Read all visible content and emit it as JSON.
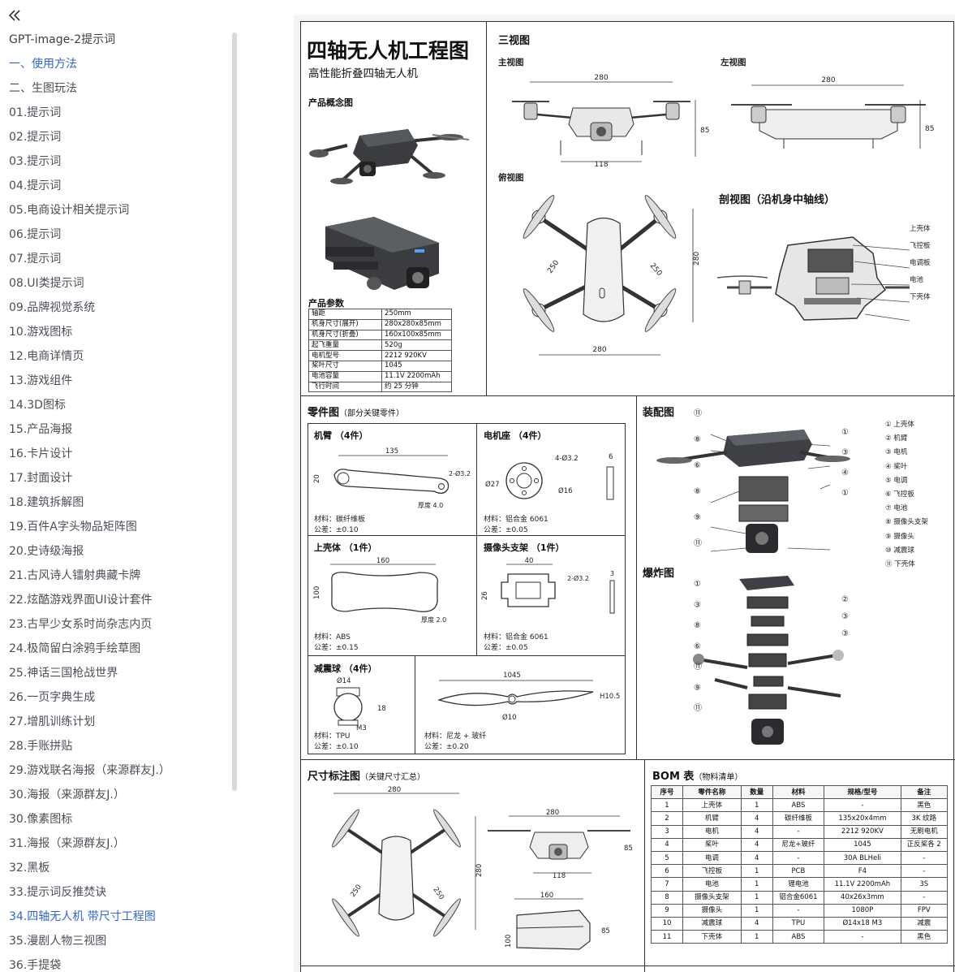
{
  "sidebar": {
    "collapse_icon": "double-chevron-left-icon",
    "items": [
      {
        "label": "GPT-image-2提示词",
        "state": "title"
      },
      {
        "label": "一、使用方法",
        "state": "active"
      },
      {
        "label": "二、生图玩法",
        "state": ""
      },
      {
        "label": "01.提示词",
        "state": ""
      },
      {
        "label": "02.提示词",
        "state": ""
      },
      {
        "label": "03.提示词",
        "state": ""
      },
      {
        "label": "04.提示词",
        "state": ""
      },
      {
        "label": "05.电商设计相关提示词",
        "state": ""
      },
      {
        "label": "06.提示词",
        "state": ""
      },
      {
        "label": "07.提示词",
        "state": ""
      },
      {
        "label": "08.UI类提示词",
        "state": ""
      },
      {
        "label": "09.品牌视觉系统",
        "state": ""
      },
      {
        "label": "10.游戏图标",
        "state": ""
      },
      {
        "label": "12.电商详情页",
        "state": ""
      },
      {
        "label": "13.游戏组件",
        "state": ""
      },
      {
        "label": "14.3D图标",
        "state": ""
      },
      {
        "label": "15.产品海报",
        "state": ""
      },
      {
        "label": "16.卡片设计",
        "state": ""
      },
      {
        "label": "17.封面设计",
        "state": ""
      },
      {
        "label": "18.建筑拆解图",
        "state": ""
      },
      {
        "label": "19.百件A字头物品矩阵图",
        "state": ""
      },
      {
        "label": "20.史诗级海报",
        "state": ""
      },
      {
        "label": "21.古风诗人镭射典藏卡牌",
        "state": ""
      },
      {
        "label": "22.炫酷游戏界面UI设计套件",
        "state": ""
      },
      {
        "label": "23.古早少女系时尚杂志内页",
        "state": ""
      },
      {
        "label": "24.极简留白涂鸦手绘草图",
        "state": ""
      },
      {
        "label": "25.神话三国枪战世界",
        "state": ""
      },
      {
        "label": "26.一页字典生成",
        "state": ""
      },
      {
        "label": "27.增肌训练计划",
        "state": ""
      },
      {
        "label": "28.手账拼贴",
        "state": ""
      },
      {
        "label": "29.游戏联名海报（来源群友J.）",
        "state": ""
      },
      {
        "label": "30.海报（来源群友J.）",
        "state": ""
      },
      {
        "label": "30.像素图标",
        "state": ""
      },
      {
        "label": "31.海报（来源群友J.）",
        "state": ""
      },
      {
        "label": "32.黑板",
        "state": ""
      },
      {
        "label": "33.提示词反推焚诀",
        "state": ""
      },
      {
        "label": "34.四轴无人机 带尺寸工程图",
        "state": "active"
      },
      {
        "label": "35.漫剧人物三视图",
        "state": ""
      },
      {
        "label": "36.手提袋",
        "state": ""
      }
    ]
  },
  "sheet": {
    "title": "四轴无人机工程图",
    "subtitle": "高性能折叠四轴无人机",
    "concept_label": "产品概念图",
    "params_label": "产品参数",
    "params": [
      [
        "轴距",
        "250mm"
      ],
      [
        "机身尺寸(展开)",
        "280x280x85mm"
      ],
      [
        "机身尺寸(折叠)",
        "160x100x85mm"
      ],
      [
        "起飞重量",
        "520g"
      ],
      [
        "电机型号",
        "2212 920KV"
      ],
      [
        "桨叶尺寸",
        "1045"
      ],
      [
        "电池容量",
        "11.1V 2200mAh"
      ],
      [
        "飞行时间",
        "约 25 分钟"
      ]
    ],
    "three_view": {
      "title": "三视图",
      "front": "主视图",
      "left": "左视图",
      "top": "俯视图",
      "dims": {
        "w280": "280",
        "h85": "85",
        "w118": "118",
        "d250": "250"
      }
    },
    "section": {
      "title": "剖视图（沿机身中轴线）",
      "labels": [
        "上壳体",
        "飞控板",
        "电调板",
        "电池",
        "下壳体"
      ]
    },
    "parts": {
      "title": "零件图",
      "note": "（部分关键零件）",
      "arm": {
        "title": "机臂 （4件）",
        "len": "135",
        "hole": "2-Ø3.2",
        "h": "20",
        "thick": "厚度 4.0",
        "mat": "材料：碳纤维板",
        "tol": "公差：±0.10"
      },
      "motor_seat": {
        "title": "电机座 （4件）",
        "holes": "4-Ø3.2",
        "od": "Ø27",
        "id": "Ø16",
        "h": "6",
        "mat": "材料：铝合金 6061",
        "tol": "公差：±0.05"
      },
      "shell": {
        "title": "上壳体 （1件）",
        "len": "160",
        "h": "100",
        "thick": "厚度 2.0",
        "mat": "材料：ABS",
        "tol": "公差：±0.15"
      },
      "cam_mount": {
        "title": "摄像头支架 （1件）",
        "len": "40",
        "h": "26",
        "hole": "2-Ø3.2",
        "t": "3",
        "mat": "材料：铝合金 6061",
        "tol": "公差：±0.05"
      },
      "damper": {
        "title": "减震球 （4件）",
        "d": "Ø14",
        "h": "18",
        "m": "M3",
        "mat": "材料：TPU",
        "tol": "公差：±0.10"
      },
      "prop": {
        "len": "1045",
        "h": "H10.5",
        "hub": "Ø10",
        "mat": "材料：尼龙 + 玻纤",
        "tol": "公差：±0.20"
      }
    },
    "assembly": {
      "title": "装配图",
      "legend": [
        "① 上壳体",
        "② 机臂",
        "③ 电机",
        "④ 桨叶",
        "⑤ 电调",
        "⑥ 飞控板",
        "⑦ 电池",
        "⑧ 摄像头支架",
        "⑨ 摄像头",
        "⑩ 减震球",
        "⑪ 下壳体"
      ],
      "callouts_left": [
        "⑪",
        "⑧",
        "⑥",
        "⑧",
        "⑨",
        "⑪"
      ],
      "callouts_right": [
        "①",
        "③",
        "④",
        "①"
      ]
    },
    "exploded": {
      "title": "爆炸图",
      "callouts_left": [
        "①",
        "③",
        "⑧",
        "⑥",
        "⑪",
        "⑨",
        "⑪"
      ],
      "callouts_right": [
        "②",
        "③",
        "③"
      ]
    },
    "dimension": {
      "title": "尺寸标注图",
      "note": "（关键尺寸汇总）",
      "vals": {
        "a": "280",
        "b": "250",
        "c": "280",
        "d": "85",
        "e": "118",
        "f": "160",
        "g": "100"
      }
    },
    "bom": {
      "title": "BOM 表",
      "note": "（物料清单）",
      "headers": [
        "序号",
        "零件名称",
        "数量",
        "材料",
        "规格/型号",
        "备注"
      ],
      "rows": [
        [
          "1",
          "上壳体",
          "1",
          "ABS",
          "-",
          "黑色"
        ],
        [
          "2",
          "机臂",
          "4",
          "碳纤维板",
          "135x20x4mm",
          "3K 纹路"
        ],
        [
          "3",
          "电机",
          "4",
          "-",
          "2212 920KV",
          "无刷电机"
        ],
        [
          "4",
          "桨叶",
          "4",
          "尼龙+玻纤",
          "1045",
          "正反桨各 2"
        ],
        [
          "5",
          "电调",
          "4",
          "-",
          "30A BLHeli",
          "-"
        ],
        [
          "6",
          "飞控板",
          "1",
          "PCB",
          "F4",
          "-"
        ],
        [
          "7",
          "电池",
          "1",
          "锂电池",
          "11.1V 2200mAh",
          "3S"
        ],
        [
          "8",
          "摄像头支架",
          "1",
          "铝合金6061",
          "40x26x3mm",
          "-"
        ],
        [
          "9",
          "摄像头",
          "1",
          "-",
          "1080P",
          "FPV"
        ],
        [
          "10",
          "减震球",
          "4",
          "TPU",
          "Ø14x18 M3",
          "减震"
        ],
        [
          "11",
          "下壳体",
          "1",
          "ABS",
          "-",
          "黑色"
        ]
      ]
    }
  }
}
